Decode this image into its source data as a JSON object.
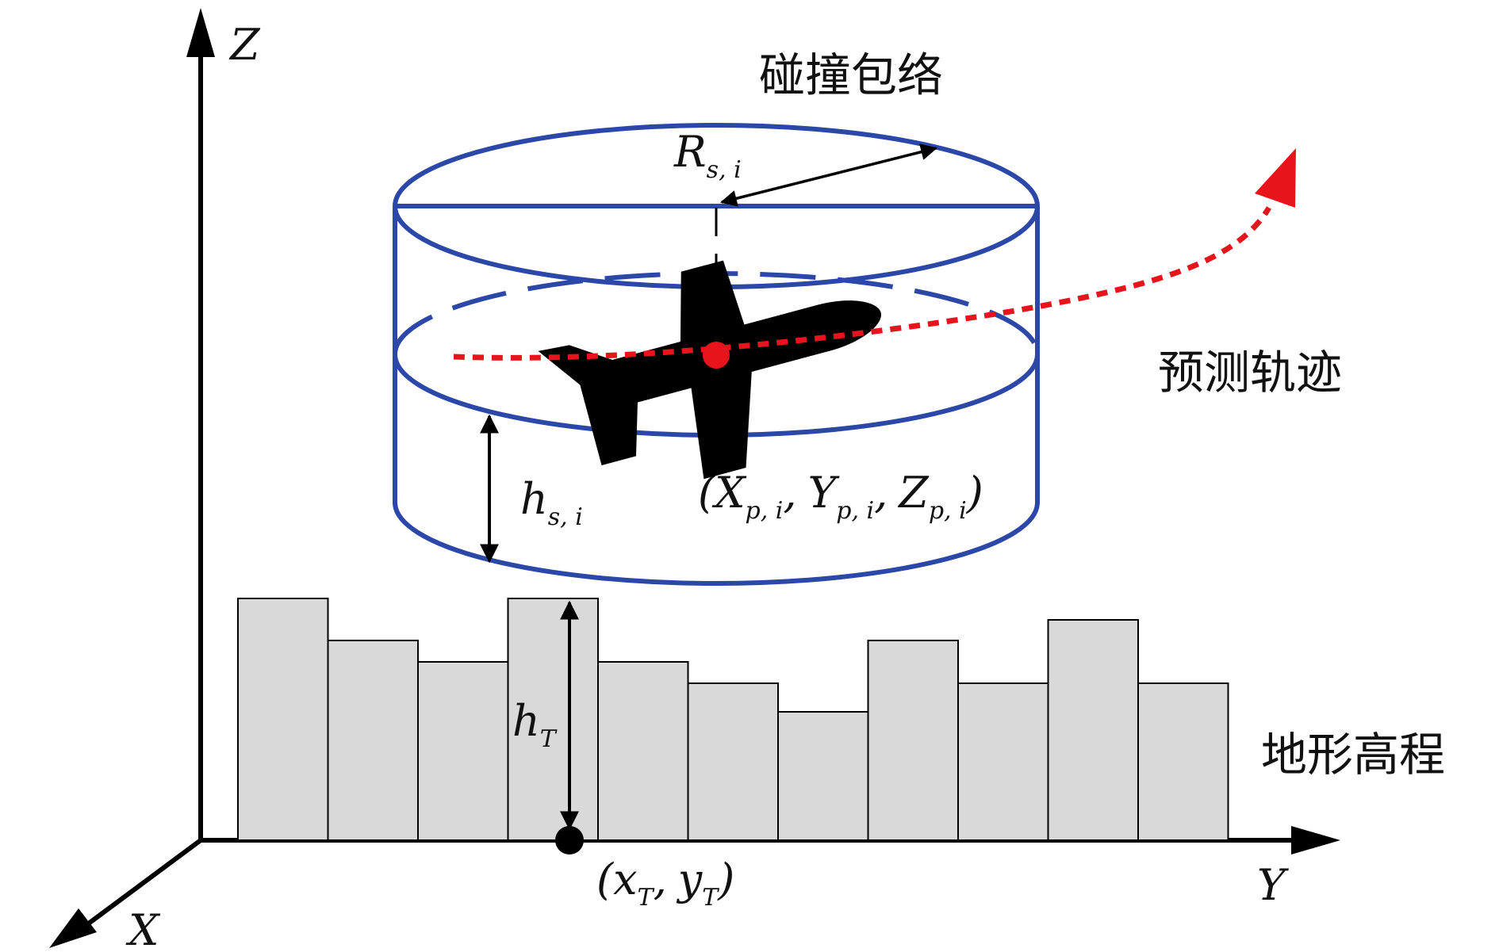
{
  "labels": {
    "collision_envelope": "碰撞包络",
    "predicted_trajectory": "预测轨迹",
    "terrain_elevation": "地形高程"
  },
  "axes": {
    "z": "Z",
    "y": "Y",
    "x": "X"
  },
  "math": {
    "radius": {
      "main": "R",
      "sub": "s, i"
    },
    "height_safe": {
      "main": "h",
      "sub": "s, i"
    },
    "aircraft_position": {
      "open": "(",
      "x": "X",
      "x_sub": "p, i",
      "sep1": ",",
      "y": "Y",
      "y_sub": "p, i",
      "sep2": ",",
      "z": "Z",
      "z_sub": "p, i",
      "close": ")"
    },
    "terrain_height": {
      "main": "h",
      "sub": "T"
    },
    "terrain_point": {
      "open": "(",
      "x": "x",
      "x_sub": "T",
      "sep": ",",
      "y": "y",
      "y_sub": "T",
      "close": ")"
    }
  },
  "colors": {
    "cylinder": "#2b47a8",
    "trajectory": "#e8141c",
    "terrain_fill": "#d9d9d9",
    "axis": "#000000"
  },
  "terrain_bar_heights": [
    305,
    252,
    225,
    305,
    225,
    198,
    162,
    252,
    198,
    278,
    198
  ]
}
